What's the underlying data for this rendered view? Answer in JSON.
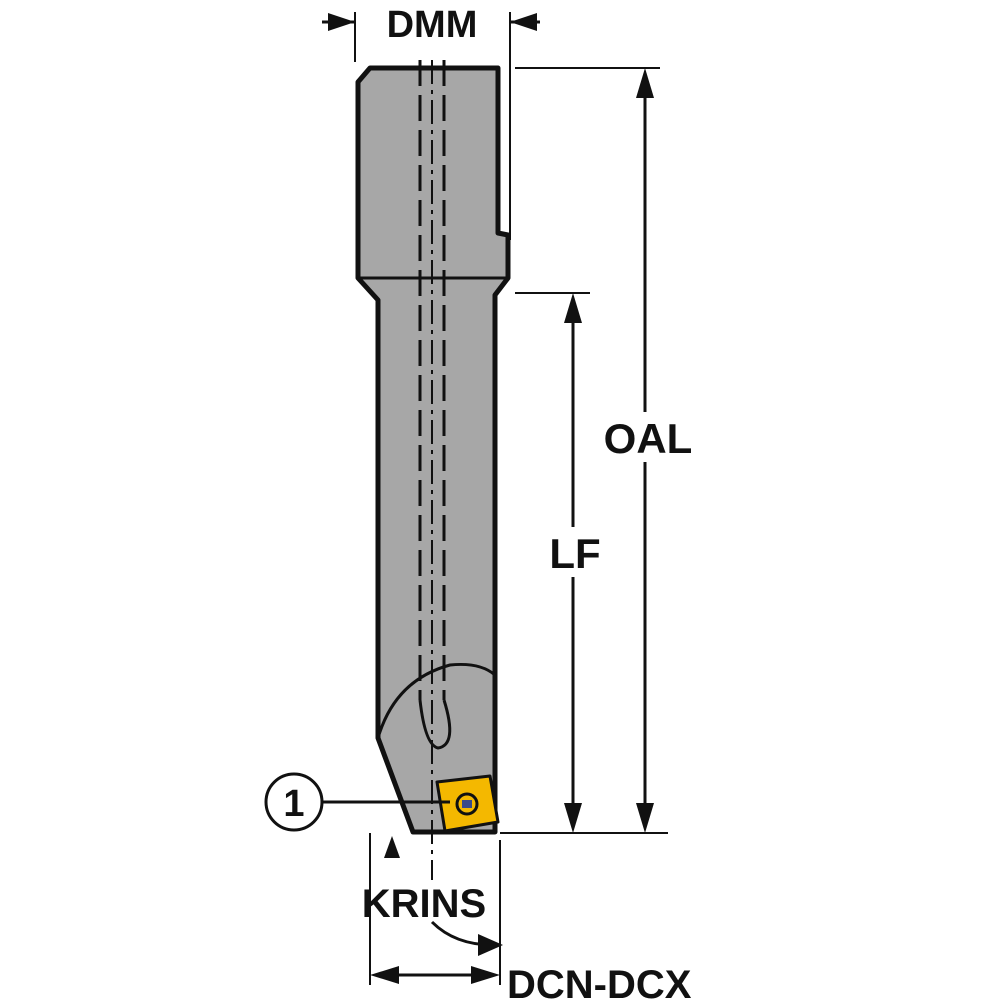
{
  "labels": {
    "dmm": "DMM",
    "oal": "OAL",
    "lf": "LF",
    "krins": "KRINS",
    "dcn_dcx": "DCN-DCX",
    "callout": "1"
  },
  "colors": {
    "body": "#a7a7a7",
    "line": "#111111",
    "insert": "#f4b800",
    "background": "#ffffff"
  }
}
